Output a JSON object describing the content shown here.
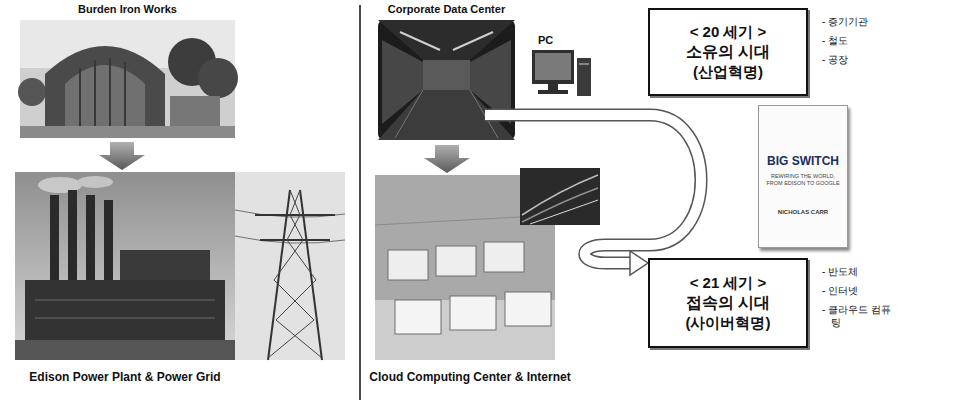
{
  "diagram": {
    "nodes": [
      {
        "text": [
          "< 20 세기 >",
          "소유의 시대",
          "(산업혁명)"
        ]
      },
      {
        "text": [
          "BIG SWITCH",
          "REWIRING THE WORLD, FROM EDISON TO GOOGLE",
          "NICHOLAS CARR"
        ]
      },
      {
        "text": [
          "< 21 세기 >",
          "접속의 시대",
          "(사이버혁명)"
        ]
      }
    ],
    "labels": [
      "Burden Iron Works",
      "Corporate Data Center",
      "PC",
      "- 증기기관",
      "- 철도",
      "- 공장",
      "Edison Power Plant & Power Grid",
      "Cloud Computing Center & Internet",
      "- 반도체",
      "- 인터넷",
      "- 클라우드 컴퓨팅"
    ]
  }
}
